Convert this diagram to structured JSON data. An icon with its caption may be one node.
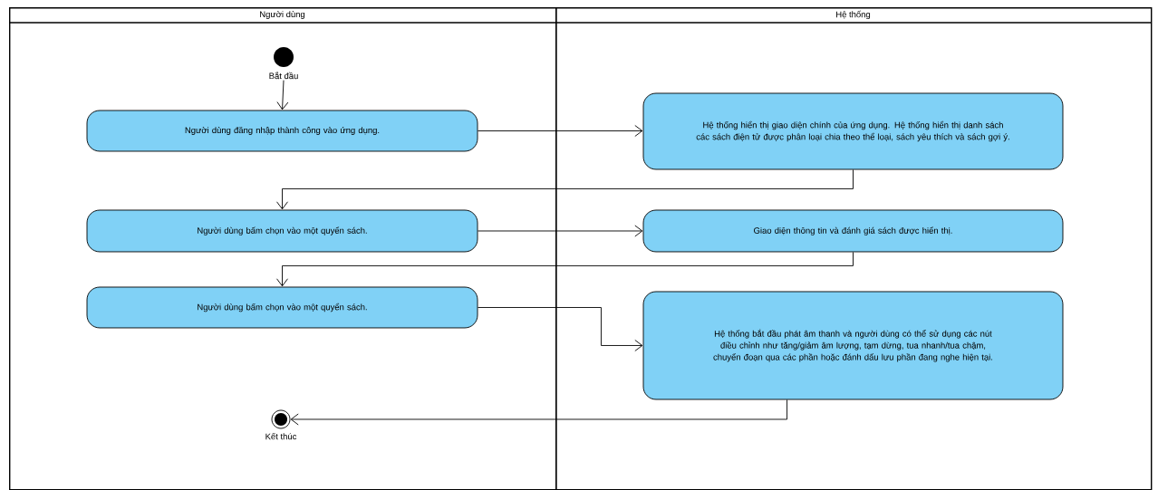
{
  "diagram": {
    "nodes": [
      {
        "text": [
          "Người dùng"
        ]
      },
      {
        "text": [
          "Hệ thống"
        ]
      },
      {
        "text": [],
        "shape": "circle",
        "beside": [
          "Bắt đầu"
        ],
        "in": 0
      },
      {
        "text": [
          "Người dùng đăng nhập thành công vào ứng dụng."
        ],
        "in": 0
      },
      {
        "text": [
          "Hệ thống hiển thị giao diện chính của ứng dụng. Hệ thống hiển thị danh sách các sách điện tử được phân loại chia theo thể loại, sách yêu thích và sách gợi ý."
        ],
        "in": 1
      },
      {
        "text": [
          "Người dùng bấm chọn vào một quyển sách."
        ],
        "in": 0
      },
      {
        "text": [
          "Giao diện thông tin và đánh giá sách được hiển thị."
        ],
        "in": 1
      },
      {
        "text": [
          "Người dùng bấm chọn vào một quyển sách."
        ],
        "in": 0
      },
      {
        "text": [
          "Hệ thống bắt đầu phát âm thanh và người dùng có thể sử dụng các nút điều chỉnh như tăng/giảm âm lượng, tạm dừng, tua nhanh/tua chậm, chuyển đoạn qua các phần hoặc đánh dấu lưu phần đang nghe hiện tại."
        ],
        "in": 1
      },
      {
        "text": [],
        "shape": "circle",
        "beside": [
          "Kết thúc"
        ],
        "in": 0
      }
    ],
    "edges": [
      {
        "from": 2,
        "to": 3,
        "arrow": "to"
      },
      {
        "from": 3,
        "to": 4,
        "arrow": "to"
      },
      {
        "from": 4,
        "to": 5,
        "arrow": "to"
      },
      {
        "from": 5,
        "to": 6,
        "arrow": "to"
      },
      {
        "from": 6,
        "to": 7,
        "arrow": "to"
      },
      {
        "from": 7,
        "to": 8,
        "arrow": "to"
      },
      {
        "from": 8,
        "to": 9,
        "arrow": "to"
      }
    ]
  }
}
